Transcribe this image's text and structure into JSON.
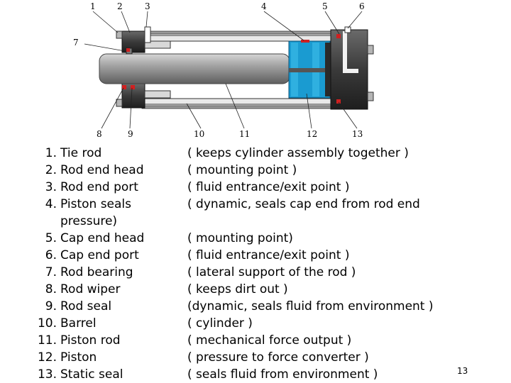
{
  "diagram": {
    "callouts": [
      "1",
      "2",
      "3",
      "4",
      "5",
      "6",
      "7",
      "8",
      "9",
      "10",
      "11",
      "12",
      "13"
    ]
  },
  "parts": [
    {
      "num": "1.",
      "name": "Tie rod",
      "desc": "( keeps cylinder assembly together )"
    },
    {
      "num": "2.",
      "name": "Rod end head",
      "desc": "( mounting point )"
    },
    {
      "num": "3.",
      "name": "Rod end port",
      "desc": "( fluid entrance/exit point )"
    },
    {
      "num": "4.",
      "name": "Piston seals",
      "desc": "( dynamic, seals cap end from rod end"
    },
    {
      "num": "",
      "name": "pressure)",
      "desc": ""
    },
    {
      "num": "5.",
      "name": "Cap end head",
      "desc": "( mounting point)"
    },
    {
      "num": "6.",
      "name": "Cap end port",
      "desc": "( fluid entrance/exit point )"
    },
    {
      "num": "7.",
      "name": "Rod bearing",
      "desc": "( lateral support of the rod )"
    },
    {
      "num": "8.",
      "name": "Rod wiper",
      "desc": "( keeps dirt out )"
    },
    {
      "num": "9.",
      "name": "Rod seal",
      "desc": "(dynamic, seals fluid from environment )"
    },
    {
      "num": "10.",
      "name": "Barrel",
      "desc": "( cylinder )"
    },
    {
      "num": "11.",
      "name": "Piston rod",
      "desc": "( mechanical force output )"
    },
    {
      "num": "12.",
      "name": "Piston",
      "desc": "( pressure to force converter )"
    },
    {
      "num": "13.",
      "name": "Static seal",
      "desc": "( seals fluid from environment )"
    }
  ],
  "slide_number": "13",
  "colors": {
    "piston": "#1a9bd1",
    "head": "#3a3a3a",
    "rod": "#8f8f8f",
    "barrel_wall": "#e5e5e5",
    "seal": "#d02020"
  }
}
